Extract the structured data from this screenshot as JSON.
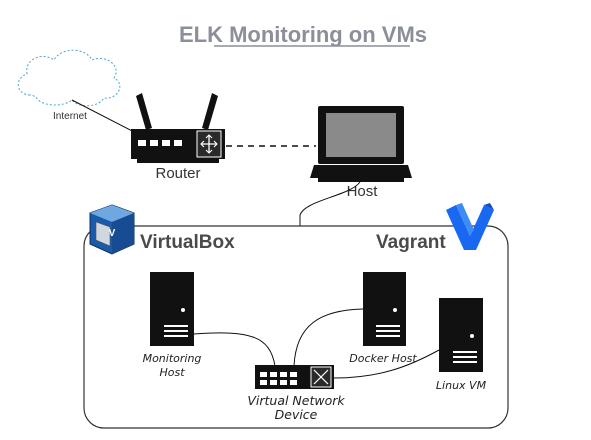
{
  "title": "ELK Monitoring on VMs",
  "nodes": {
    "internet": "Internet",
    "router": "Router",
    "host": "Host",
    "virtualbox": "VirtualBox",
    "vagrant": "Vagrant",
    "monitoring_host": [
      "Monitoring",
      "Host"
    ],
    "docker_host": "Docker Host",
    "linux_vm": "Linux VM",
    "network_device": [
      "Virtual Network",
      "Device"
    ]
  },
  "colors": {
    "title": "#8a8f9a",
    "cloud_stroke": "#4aa3d8",
    "vagrant_blue": "#1868f2",
    "server_black": "#111111"
  },
  "icons": [
    "cloud-icon",
    "router-icon",
    "laptop-icon",
    "virtualbox-logo-icon",
    "vagrant-logo-icon",
    "server-icon",
    "network-switch-icon"
  ]
}
